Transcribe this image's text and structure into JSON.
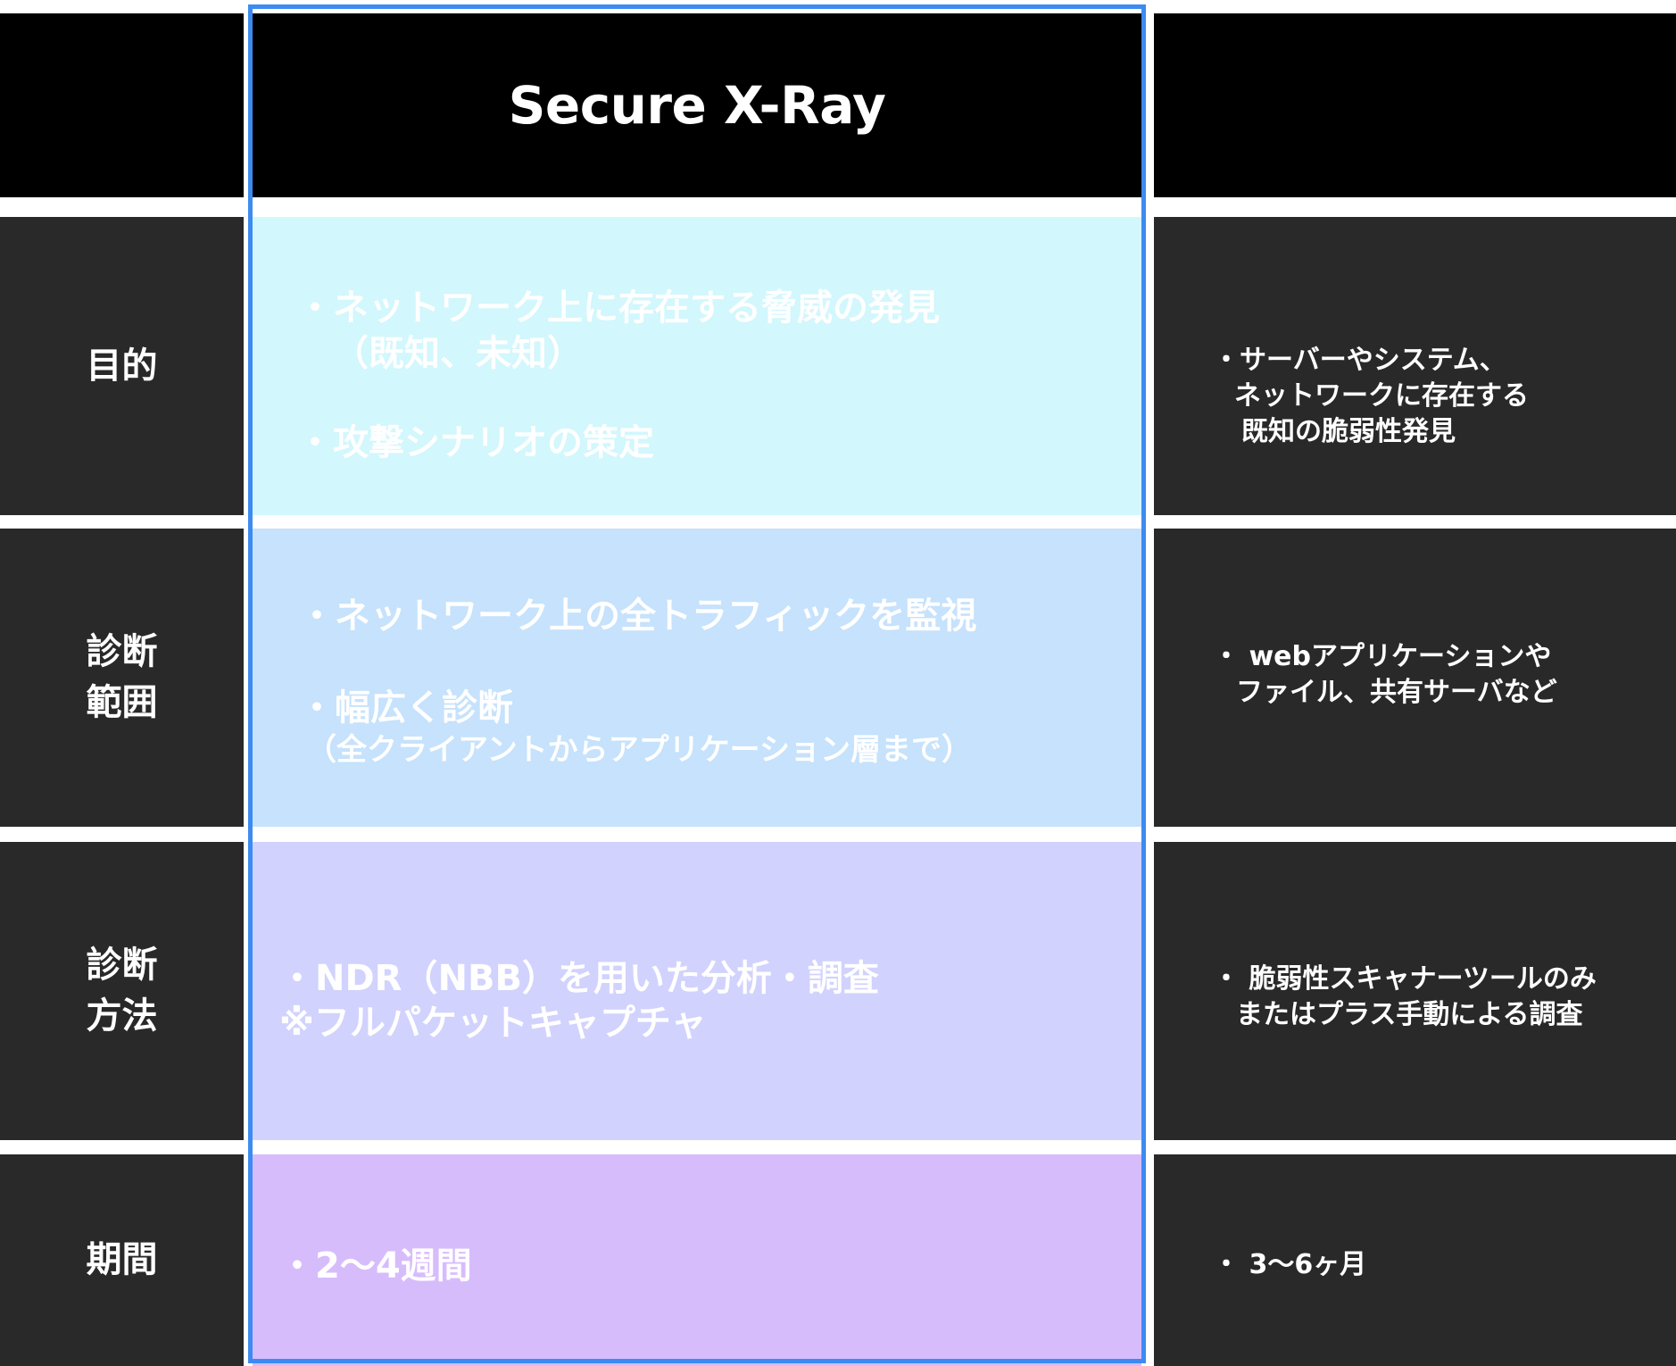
{
  "header": {
    "title": "Secure X-Ray"
  },
  "rows": [
    {
      "label_lines": [
        "目的"
      ],
      "middle_lines": [
        "・ネットワーク上に存在する脅威の発見",
        "（既知、未知）",
        "・攻撃シナリオの策定"
      ],
      "right_lines": [
        "・サーバーやシステム、",
        "ネットワークに存在する",
        "既知の脆弱性発見"
      ]
    },
    {
      "label_lines": [
        "診断",
        "範囲"
      ],
      "middle_lines": [
        "・ネットワーク上の全トラフィックを監視",
        "・幅広く診断",
        "（全クライアントからアプリケーション層まで）"
      ],
      "right_lines": [
        "・ webアプリケーションや",
        "ファイル、共有サーバなど"
      ]
    },
    {
      "label_lines": [
        "診断",
        "方法"
      ],
      "middle_lines": [
        "・NDR（NBB）を用いた分析・調査",
        "※フルパケットキャプチャ"
      ],
      "right_lines": [
        "・ 脆弱性スキャナーツールのみ",
        "またはプラス手動による調査"
      ]
    },
    {
      "label_lines": [
        "期間"
      ],
      "middle_lines": [
        "・2〜4週間"
      ],
      "right_lines": [
        "・ 3〜6ヶ月"
      ]
    }
  ],
  "colors": {
    "header_bg": "#000000",
    "side_bg": "#292929",
    "row1_bg": "#d2f7fd",
    "row2_bg": "#c6e2fc",
    "row3_bg": "#d1d2fd",
    "row4_bg": "#d7bcfc",
    "highlight_border": "#3d8bf2"
  }
}
